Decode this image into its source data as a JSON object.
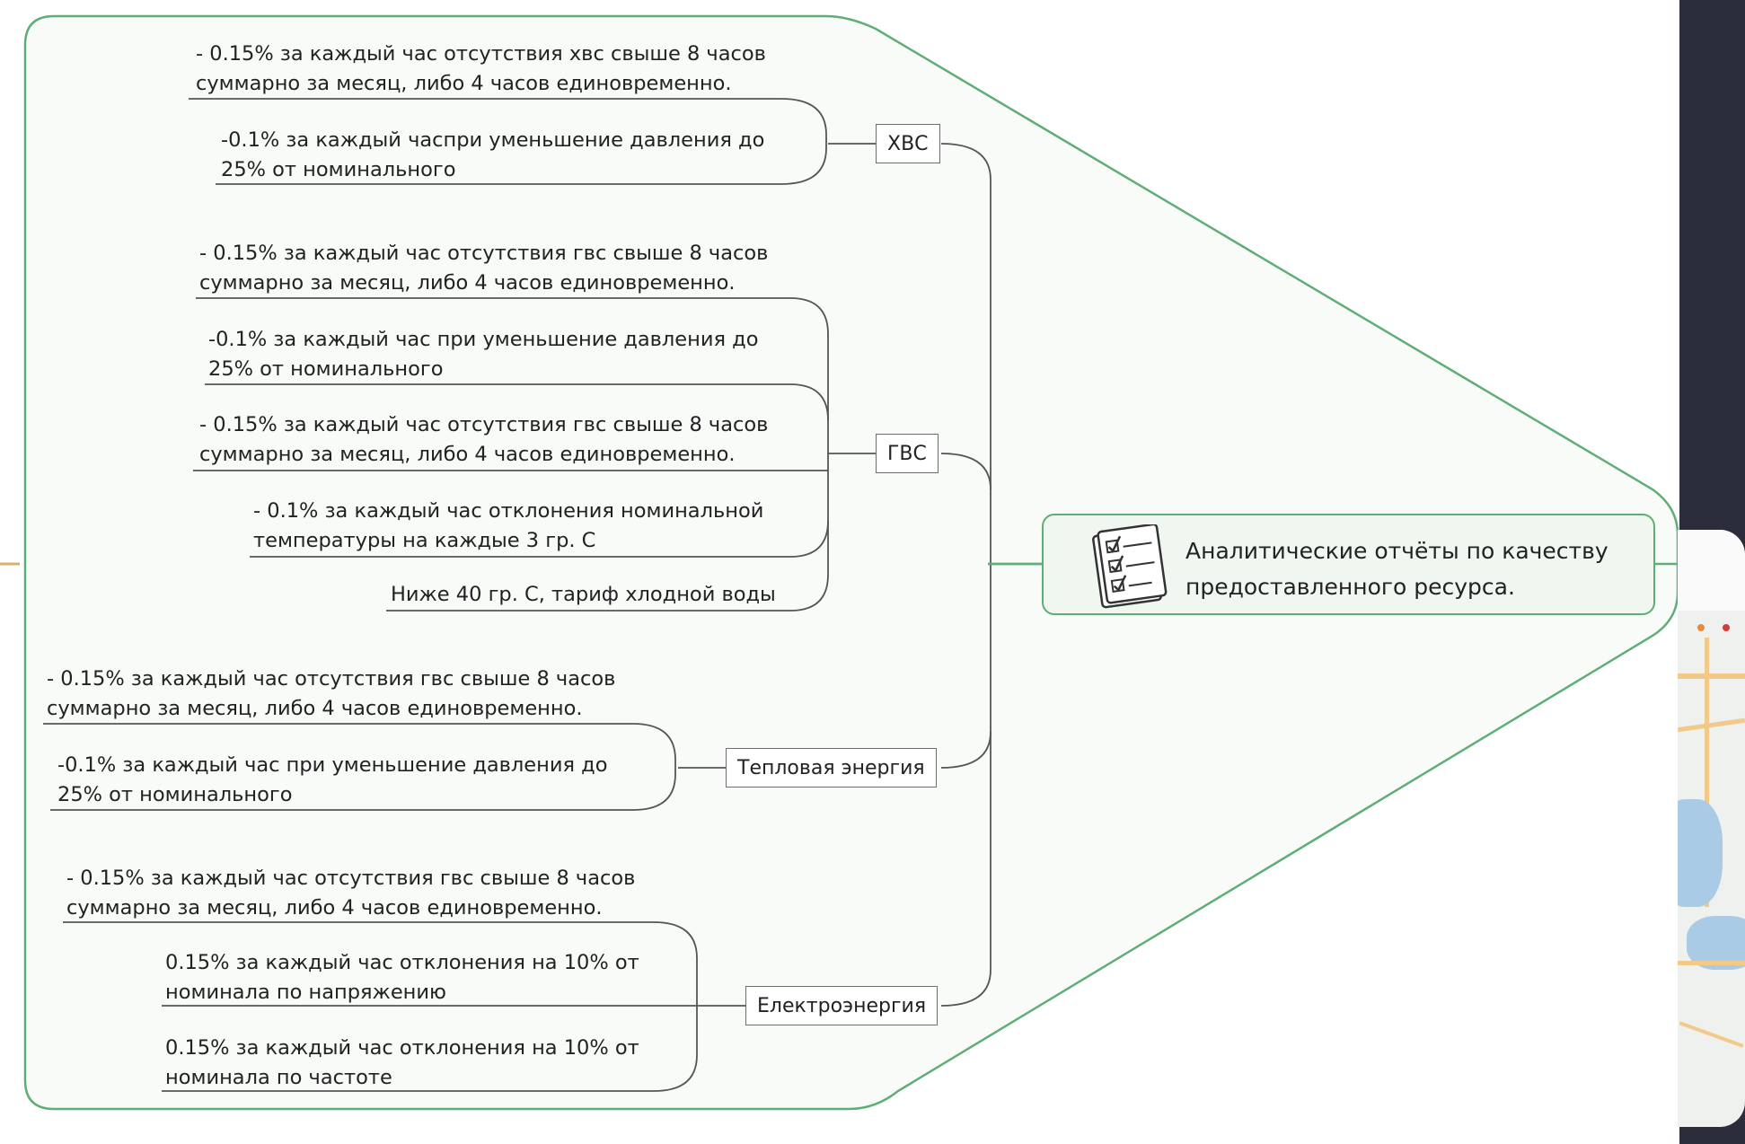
{
  "mindmap": {
    "root": {
      "line1": "Аналитические отчёты по качеству",
      "line2": "предоставленного ресурса."
    },
    "branches": [
      {
        "label": "ХВС",
        "items": [
          {
            "line1": "- 0.15%  за каждый час отсутствия хвс свыше 8 часов",
            "line2": "суммарно за месяц, либо 4 часов единовременно."
          },
          {
            "line1": "-0.1% за каждый часпри уменьшение давления до",
            "line2": "25% от номинального"
          }
        ]
      },
      {
        "label": "ГВС",
        "items": [
          {
            "line1": "- 0.15%  за каждый час отсутствия гвс свыше 8 часов",
            "line2": "суммарно за месяц, либо 4 часов единовременно."
          },
          {
            "line1": "-0.1%  за каждый час при уменьшение давления до",
            "line2": "25% от номинального"
          },
          {
            "line1": "- 0.15%  за каждый час отсутствия гвс свыше 8 часов",
            "line2": "суммарно за месяц, либо 4 часов единовременно."
          },
          {
            "line1": "- 0.1% за каждый час отклонения номинальной",
            "line2": "температуры на каждые 3 гр. С"
          },
          {
            "line1": "Ниже 40 гр. С, тариф хлодной воды",
            "line2": ""
          }
        ]
      },
      {
        "label": "Тепловая энергия",
        "items": [
          {
            "line1": "- 0.15%  за каждый час отсутствия гвс свыше 8 часов",
            "line2": "суммарно за месяц, либо 4 часов единовременно."
          },
          {
            "line1": "-0.1%  за каждый час при уменьшение давления до",
            "line2": "25% от номинального"
          }
        ]
      },
      {
        "label": "Електроэнергия",
        "items": [
          {
            "line1": "- 0.15%  за каждый час отсутствия гвс свыше 8 часов",
            "line2": "суммарно за месяц, либо 4 часов единовременно."
          },
          {
            "line1": "0.15% за каждый час отклонения на 10% от",
            "line2": "номинала по напряжению"
          },
          {
            "line1": "0.15% за каждый час отклонения на 10% от",
            "line2": "номинала по частоте"
          }
        ]
      }
    ]
  },
  "colors": {
    "outline_green": "#5fae76",
    "connector_gray": "#555555",
    "background_dark": "#2b2d3a"
  }
}
